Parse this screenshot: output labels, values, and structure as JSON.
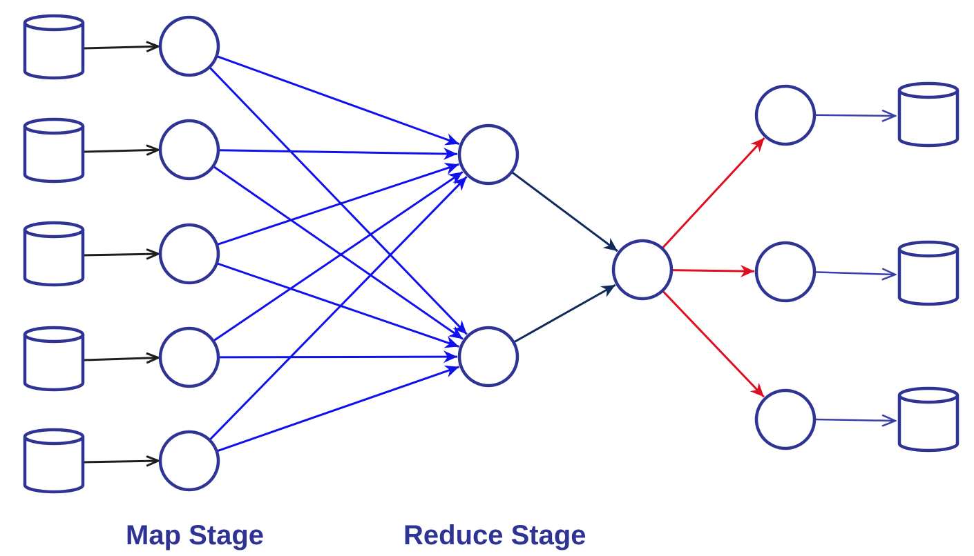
{
  "labels": {
    "map_stage": "Map Stage",
    "reduce_stage": "Reduce Stage"
  },
  "colors": {
    "node_stroke": "#2f3494",
    "input_edge": "#1e1e1e",
    "shuffle_edge": "#1010ee",
    "merge_edge": "#0f2a5c",
    "fanout_edge": "#dd1020",
    "output_edge": "#3a3ea8"
  },
  "graph": {
    "input_stores": [
      "db-in-1",
      "db-in-2",
      "db-in-3",
      "db-in-4",
      "db-in-5"
    ],
    "map_nodes": [
      "map-1",
      "map-2",
      "map-3",
      "map-4",
      "map-5"
    ],
    "reduce_nodes": [
      "reduce-1",
      "reduce-2"
    ],
    "center_node": "combine",
    "fanout_nodes": [
      "out-1",
      "out-2",
      "out-3"
    ],
    "output_stores": [
      "db-out-1",
      "db-out-2",
      "db-out-3"
    ],
    "edges": [
      {
        "from": "db-in-1",
        "to": "map-1",
        "kind": "input"
      },
      {
        "from": "db-in-2",
        "to": "map-2",
        "kind": "input"
      },
      {
        "from": "db-in-3",
        "to": "map-3",
        "kind": "input"
      },
      {
        "from": "db-in-4",
        "to": "map-4",
        "kind": "input"
      },
      {
        "from": "db-in-5",
        "to": "map-5",
        "kind": "input"
      },
      {
        "from": "map-1",
        "to": "reduce-1",
        "kind": "shuffle"
      },
      {
        "from": "map-1",
        "to": "reduce-2",
        "kind": "shuffle"
      },
      {
        "from": "map-2",
        "to": "reduce-1",
        "kind": "shuffle"
      },
      {
        "from": "map-2",
        "to": "reduce-2",
        "kind": "shuffle"
      },
      {
        "from": "map-3",
        "to": "reduce-1",
        "kind": "shuffle"
      },
      {
        "from": "map-3",
        "to": "reduce-2",
        "kind": "shuffle"
      },
      {
        "from": "map-4",
        "to": "reduce-1",
        "kind": "shuffle"
      },
      {
        "from": "map-4",
        "to": "reduce-2",
        "kind": "shuffle"
      },
      {
        "from": "map-5",
        "to": "reduce-1",
        "kind": "shuffle"
      },
      {
        "from": "map-5",
        "to": "reduce-2",
        "kind": "shuffle"
      },
      {
        "from": "reduce-1",
        "to": "combine",
        "kind": "merge"
      },
      {
        "from": "reduce-2",
        "to": "combine",
        "kind": "merge"
      },
      {
        "from": "combine",
        "to": "out-1",
        "kind": "fanout"
      },
      {
        "from": "combine",
        "to": "out-2",
        "kind": "fanout"
      },
      {
        "from": "combine",
        "to": "out-3",
        "kind": "fanout"
      },
      {
        "from": "out-1",
        "to": "db-out-1",
        "kind": "output"
      },
      {
        "from": "out-2",
        "to": "db-out-2",
        "kind": "output"
      },
      {
        "from": "out-3",
        "to": "db-out-3",
        "kind": "output"
      }
    ]
  }
}
